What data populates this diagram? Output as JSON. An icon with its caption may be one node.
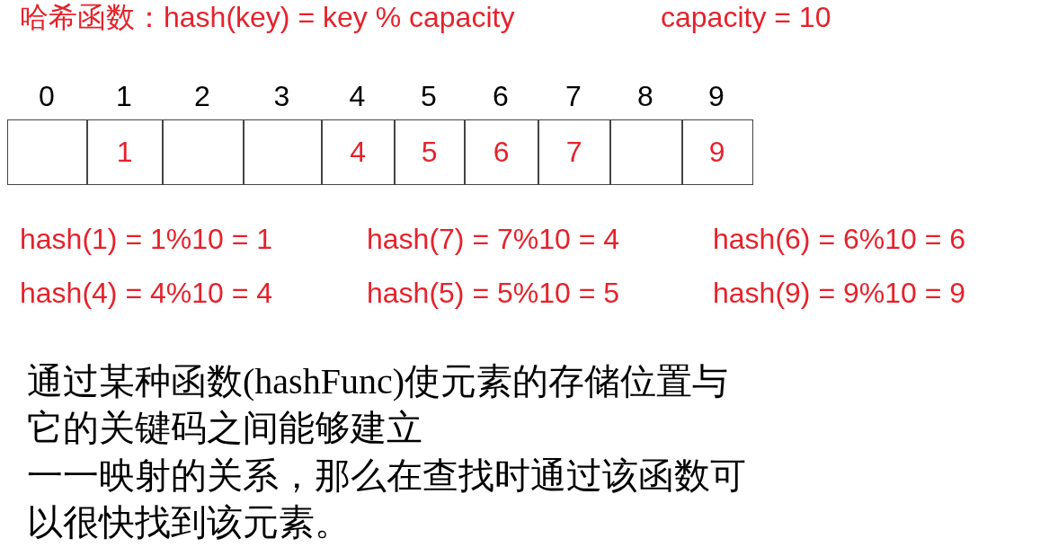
{
  "diagram": {
    "title": "哈希函数：hash(key) = key % capacity",
    "nodes": [
      {
        "text": [],
        "shape": "box",
        "beside": [
          "0"
        ]
      },
      {
        "text": [
          "1"
        ],
        "beside": [
          "1"
        ]
      },
      {
        "text": [],
        "shape": "box",
        "beside": [
          "2"
        ]
      },
      {
        "text": [],
        "shape": "box",
        "beside": [
          "3"
        ]
      },
      {
        "text": [
          "4"
        ],
        "beside": [
          "4"
        ]
      },
      {
        "text": [
          "5"
        ],
        "beside": [
          "5"
        ]
      },
      {
        "text": [
          "6"
        ],
        "beside": [
          "6"
        ]
      },
      {
        "text": [
          "7"
        ],
        "beside": [
          "7"
        ]
      },
      {
        "text": [],
        "shape": "box",
        "beside": [
          "8"
        ]
      },
      {
        "text": [
          "9"
        ],
        "beside": [
          "9"
        ]
      }
    ],
    "labels": [
      "capacity = 10",
      "hash(1) = 1%10 = 1",
      "hash(7) = 7%10 = 4",
      "hash(6) = 6%10 = 6",
      "hash(4) = 4%10 = 4",
      "hash(5) = 5%10 = 5",
      "hash(9) = 9%10 = 9",
      "通过某种函数(hashFunc)使元素的存储位置与它的关键码之间能够建立",
      "一一映射的关系，那么在查找时通过该函数可以很快找到该元素。"
    ]
  }
}
